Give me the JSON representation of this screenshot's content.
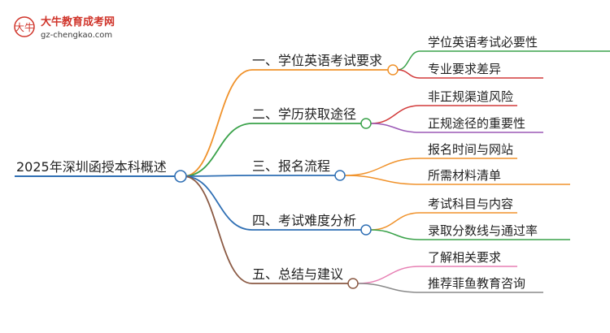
{
  "logo": {
    "name": "大牛教育成考网",
    "url": "gz-chengkao.com",
    "glyph": "大牛"
  },
  "root": {
    "label": "2025年深圳函授本科概述",
    "color": "#2f6fb4"
  },
  "branches": [
    {
      "label": "一、学位英语考试要求",
      "color": "#f0922b",
      "leaves": [
        {
          "label": "学位英语考试必要性",
          "color": "#3aa24a"
        },
        {
          "label": "专业要求差异",
          "color": "#d23a3a"
        }
      ]
    },
    {
      "label": "二、学历获取途径",
      "color": "#3aa24a",
      "leaves": [
        {
          "label": "非正规渠道风险",
          "color": "#d23a3a"
        },
        {
          "label": "正规途径的重要性",
          "color": "#9b59b6"
        }
      ]
    },
    {
      "label": "三、报名流程",
      "color": "#2f6fb4",
      "leaves": [
        {
          "label": "报名时间与网站",
          "color": "#f0922b"
        },
        {
          "label": "所需材料清单",
          "color": "#f0922b"
        }
      ]
    },
    {
      "label": "四、考试难度分析",
      "color": "#2f6fb4",
      "leaves": [
        {
          "label": "考试科目与内容",
          "color": "#f0922b"
        },
        {
          "label": "录取分数线与通过率",
          "color": "#3aa24a"
        }
      ]
    },
    {
      "label": "五、总结与建议",
      "color": "#8b5a44",
      "leaves": [
        {
          "label": "了解相关要求",
          "color": "#e77fb3"
        },
        {
          "label": "推荐菲鱼教育咨询",
          "color": "#8a8a8a"
        }
      ]
    }
  ]
}
